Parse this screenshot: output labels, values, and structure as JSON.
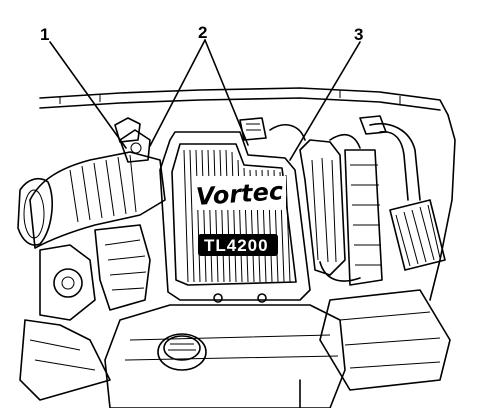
{
  "callouts": [
    {
      "id": "1",
      "label": "1"
    },
    {
      "id": "2",
      "label": "2"
    },
    {
      "id": "3",
      "label": "3"
    }
  ],
  "engine_cover": {
    "brand_text": "Vortec",
    "model_text": "TL4200"
  },
  "icons": {
    "engine": "engine-bay-illustration",
    "oil_cap": "oil-filler-cap-icon"
  }
}
